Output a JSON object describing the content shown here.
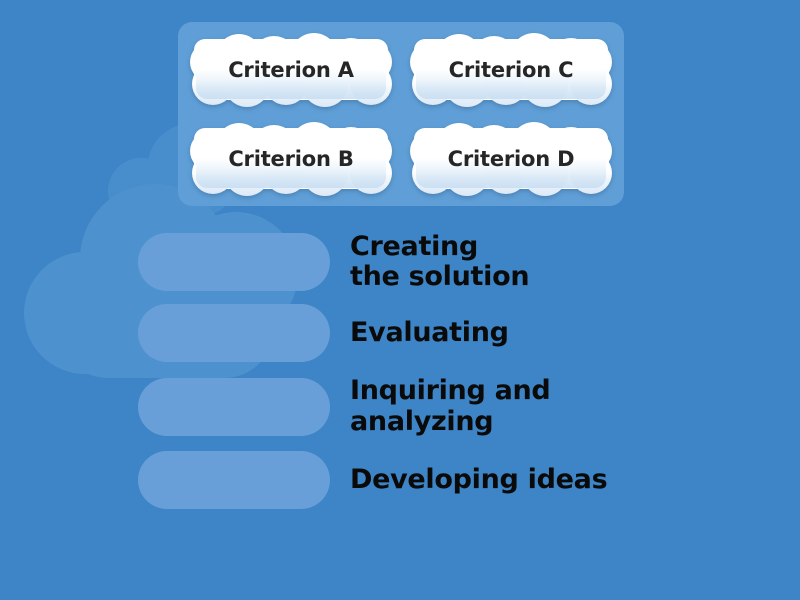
{
  "background": {
    "color": "#3d85c6",
    "decorative_cloud_color": "#4e91cf"
  },
  "tray": {
    "panel_color": "#5f9ed6",
    "tiles": [
      {
        "label": "Criterion A",
        "icon": "cloud-tile"
      },
      {
        "label": "Criterion C",
        "icon": "cloud-tile"
      },
      {
        "label": "Criterion B",
        "icon": "cloud-tile"
      },
      {
        "label": "Criterion D",
        "icon": "cloud-tile"
      }
    ]
  },
  "answers": {
    "slot_color": "#689fd9",
    "text_color": "#0a0a0a",
    "rows": [
      {
        "slot_value": "",
        "label": "Creating\nthe solution"
      },
      {
        "slot_value": "",
        "label": "Evaluating"
      },
      {
        "slot_value": "",
        "label": "Inquiring and\nanalyzing"
      },
      {
        "slot_value": "",
        "label": "Developing ideas"
      }
    ]
  }
}
